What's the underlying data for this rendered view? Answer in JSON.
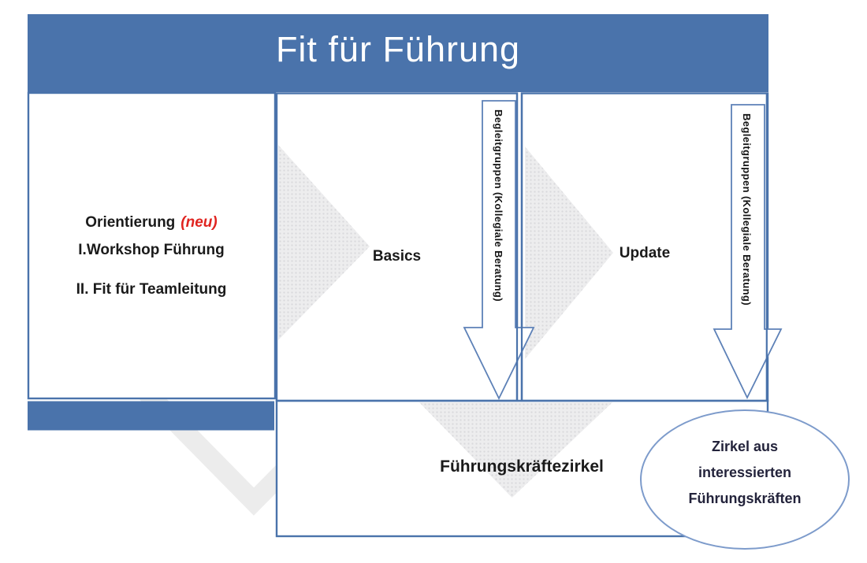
{
  "header": {
    "title": "Fit für Führung"
  },
  "left_box": {
    "line1": {
      "label": "Orientierung",
      "highlight": "(neu)"
    },
    "line2": "I.Workshop Führung",
    "line3": "II. Fit für Teamleitung"
  },
  "basics_panel": {
    "label": "Basics",
    "arrow_text": "Begleitgruppen (Kollegiale Beratung)"
  },
  "update_panel": {
    "label": "Update",
    "arrow_text": "Begleitgruppen (Kollegiale Beratung)"
  },
  "bottom_section": {
    "label": "Führungskräftezirkel",
    "ellipse": {
      "line1": "Zirkel aus",
      "line2": "interessierten",
      "line3": "Führungskräften"
    }
  },
  "colors": {
    "accent_blue": "#4a73ab",
    "arrow_stroke": "#5d81b7",
    "ellipse_stroke": "#7d9bcb",
    "tri_gray": "#ededee",
    "tri_dot": "#d9d9dc",
    "watermark_gray": "#ececec",
    "text_black": "#1a1a1a",
    "ellipse_text": "#23233b",
    "red_accent": "#e02420"
  }
}
